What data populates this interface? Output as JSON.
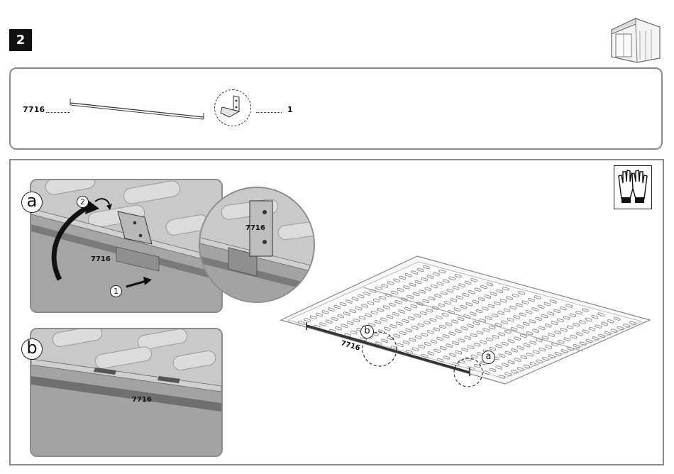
{
  "step": {
    "number": "2"
  },
  "parts": {
    "beam": {
      "code": "7716"
    },
    "quantity": "1"
  },
  "detail_a": {
    "letter": "a",
    "step_one": "1",
    "step_two": "2",
    "part_label": "7716",
    "zoom_label": "7716"
  },
  "detail_b": {
    "letter": "b",
    "part_label": "7716"
  },
  "overview": {
    "callout_a": "a",
    "callout_b": "b",
    "part_label": "7716"
  },
  "icons": {
    "shed": "shed-icon",
    "gloves": "gloves-icon"
  }
}
